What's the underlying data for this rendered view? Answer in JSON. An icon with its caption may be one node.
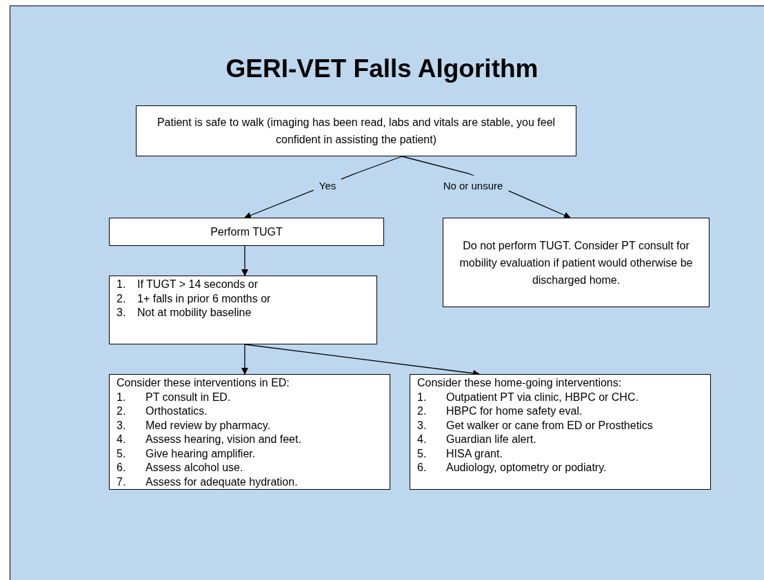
{
  "diagram": {
    "title": "GERI-VET Falls Algorithm",
    "nodes": [
      {
        "text": [
          "Patient is safe to walk (imaging has been read, labs and vitals are stable, you feel confident in assisting the patient)"
        ]
      },
      {
        "text": [
          "Perform TUGT"
        ]
      },
      {
        "text": [
          "Do not perform TUGT. Consider PT consult for mobility evaluation if patient would otherwise be discharged home."
        ]
      },
      {
        "text": [
          "1. If TUGT > 14 seconds or",
          "2. 1+ falls in prior 6 months or",
          "3. Not at mobility baseline"
        ]
      },
      {
        "text": [
          "Consider these interventions in ED:",
          "1. PT consult in ED.",
          "2. Orthostatics.",
          "3. Med review by pharmacy.",
          "4. Assess hearing, vision and feet.",
          "5. Give hearing amplifier.",
          "6. Assess alcohol use.",
          "7. Assess for adequate hydration."
        ]
      },
      {
        "text": [
          "Consider these home-going interventions:",
          "1. Outpatient PT via clinic, HBPC or CHC.",
          "2. HBPC for home safety eval.",
          "3. Get walker or cane from ED or Prosthetics",
          "4. Guardian life alert.",
          "5. HISA grant.",
          "6. Audiology, optometry or podiatry."
        ]
      }
    ],
    "edges": [
      {
        "from": 0,
        "to": 1,
        "arrow": "to",
        "label": "Yes"
      },
      {
        "from": 0,
        "to": 2,
        "arrow": "to",
        "label": "No or unsure"
      },
      {
        "from": 1,
        "to": 3,
        "arrow": "to"
      },
      {
        "from": 3,
        "to": 4,
        "arrow": "to"
      },
      {
        "from": 3,
        "to": 5,
        "arrow": "to"
      }
    ]
  }
}
